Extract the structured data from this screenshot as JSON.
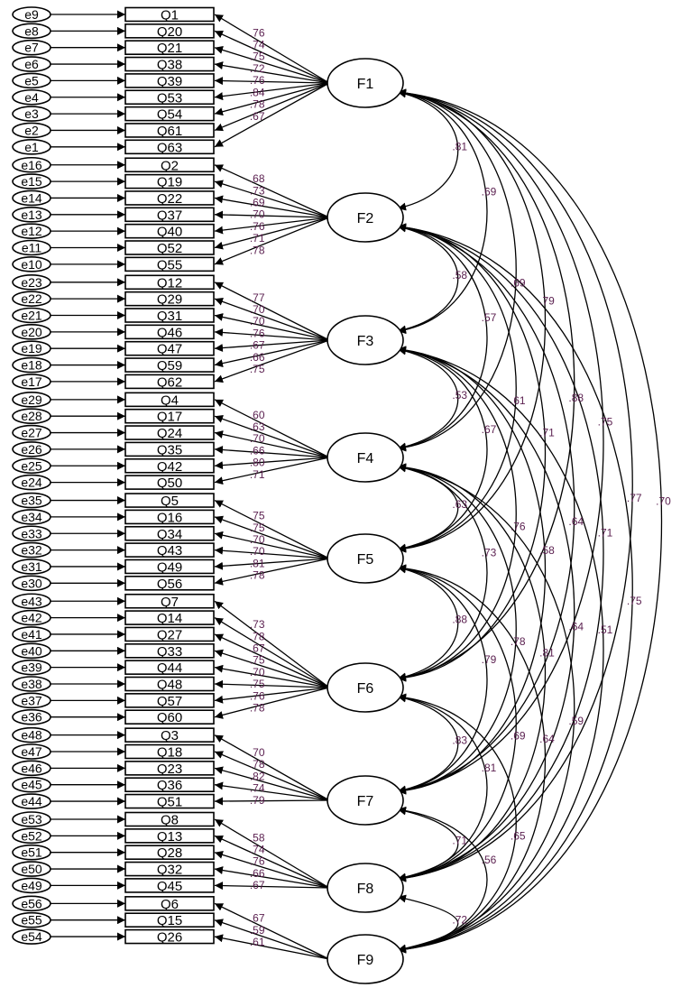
{
  "groups": [
    {
      "factor": "F1",
      "items": [
        [
          "e9",
          "Q1"
        ],
        [
          "e8",
          "Q20"
        ],
        [
          "e7",
          "Q21"
        ],
        [
          "e6",
          "Q38"
        ],
        [
          "e5",
          "Q39"
        ],
        [
          "e4",
          "Q53"
        ],
        [
          "e3",
          "Q54"
        ],
        [
          "e2",
          "Q61"
        ],
        [
          "e1",
          "Q63"
        ]
      ],
      "loadings": [
        ".76",
        ".74",
        ".75",
        ".72",
        ".76",
        ".84",
        ".78",
        ".67",
        ""
      ]
    },
    {
      "factor": "F2",
      "items": [
        [
          "e16",
          "Q2"
        ],
        [
          "e15",
          "Q19"
        ],
        [
          "e14",
          "Q22"
        ],
        [
          "e13",
          "Q37"
        ],
        [
          "e12",
          "Q40"
        ],
        [
          "e11",
          "Q52"
        ],
        [
          "e10",
          "Q55"
        ]
      ],
      "loadings": [
        ".68",
        ".73",
        ".69",
        ".70",
        ".76",
        ".71",
        ".78"
      ]
    },
    {
      "factor": "F3",
      "items": [
        [
          "e23",
          "Q12"
        ],
        [
          "e22",
          "Q29"
        ],
        [
          "e21",
          "Q31"
        ],
        [
          "e20",
          "Q46"
        ],
        [
          "e19",
          "Q47"
        ],
        [
          "e18",
          "Q59"
        ],
        [
          "e17",
          "Q62"
        ]
      ],
      "loadings": [
        ".77",
        ".70",
        ".70",
        ".76",
        ".67",
        ".66",
        ".75"
      ]
    },
    {
      "factor": "F4",
      "items": [
        [
          "e29",
          "Q4"
        ],
        [
          "e28",
          "Q17"
        ],
        [
          "e27",
          "Q24"
        ],
        [
          "e26",
          "Q35"
        ],
        [
          "e25",
          "Q42"
        ],
        [
          "e24",
          "Q50"
        ]
      ],
      "loadings": [
        ".60",
        ".63",
        ".70",
        ".66",
        ".80",
        ".71"
      ]
    },
    {
      "factor": "F5",
      "items": [
        [
          "e35",
          "Q5"
        ],
        [
          "e34",
          "Q16"
        ],
        [
          "e33",
          "Q34"
        ],
        [
          "e32",
          "Q43"
        ],
        [
          "e31",
          "Q49"
        ],
        [
          "e30",
          "Q56"
        ]
      ],
      "loadings": [
        ".75",
        ".75",
        ".70",
        ".70",
        ".81",
        ".78"
      ]
    },
    {
      "factor": "F6",
      "items": [
        [
          "e43",
          "Q7"
        ],
        [
          "e42",
          "Q14"
        ],
        [
          "e41",
          "Q27"
        ],
        [
          "e40",
          "Q33"
        ],
        [
          "e39",
          "Q44"
        ],
        [
          "e38",
          "Q48"
        ],
        [
          "e37",
          "Q57"
        ],
        [
          "e36",
          "Q60"
        ]
      ],
      "loadings": [
        ".73",
        ".78",
        ".67",
        ".75",
        ".70",
        ".75",
        ".76",
        ".78"
      ]
    },
    {
      "factor": "F7",
      "items": [
        [
          "e48",
          "Q3"
        ],
        [
          "e47",
          "Q18"
        ],
        [
          "e46",
          "Q23"
        ],
        [
          "e45",
          "Q36"
        ],
        [
          "e44",
          "Q51"
        ]
      ],
      "loadings": [
        ".70",
        ".78",
        ".82",
        ".74",
        ".79"
      ]
    },
    {
      "factor": "F8",
      "items": [
        [
          "e53",
          "Q8"
        ],
        [
          "e52",
          "Q13"
        ],
        [
          "e51",
          "Q28"
        ],
        [
          "e50",
          "Q32"
        ],
        [
          "e49",
          "Q45"
        ]
      ],
      "loadings": [
        ".58",
        ".74",
        ".76",
        ".66",
        ".67"
      ]
    },
    {
      "factor": "F9",
      "items": [
        [
          "e56",
          "Q6"
        ],
        [
          "e55",
          "Q15"
        ],
        [
          "e54",
          "Q26"
        ]
      ],
      "loadings": [
        ".67",
        ".59",
        ".61"
      ]
    }
  ],
  "correlations": [
    {
      "from": "F1",
      "to": "F2",
      "label": ".81"
    },
    {
      "from": "F1",
      "to": "F3",
      "label": ".69"
    },
    {
      "from": "F1",
      "to": "F4",
      "label": ".69"
    },
    {
      "from": "F1",
      "to": "F5",
      "label": ".79"
    },
    {
      "from": "F1",
      "to": "F6",
      "label": ".88"
    },
    {
      "from": "F1",
      "to": "F7",
      "label": ".75"
    },
    {
      "from": "F1",
      "to": "F8",
      "label": ".77"
    },
    {
      "from": "F1",
      "to": "F9",
      "label": ".70"
    },
    {
      "from": "F2",
      "to": "F3",
      "label": ".58"
    },
    {
      "from": "F2",
      "to": "F4",
      "label": ".57"
    },
    {
      "from": "F2",
      "to": "F5",
      "label": ".61"
    },
    {
      "from": "F2",
      "to": "F6",
      "label": ".71"
    },
    {
      "from": "F2",
      "to": "F7",
      "label": ".64"
    },
    {
      "from": "F2",
      "to": "F8",
      "label": ".71"
    },
    {
      "from": "F2",
      "to": "F9",
      "label": ".75"
    },
    {
      "from": "F3",
      "to": "F4",
      "label": ".53"
    },
    {
      "from": "F3",
      "to": "F5",
      "label": ".67"
    },
    {
      "from": "F3",
      "to": "F6",
      "label": ".76"
    },
    {
      "from": "F3",
      "to": "F7",
      "label": ".58"
    },
    {
      "from": "F3",
      "to": "F8",
      "label": ".64"
    },
    {
      "from": "F3",
      "to": "F9",
      "label": ".51"
    },
    {
      "from": "F4",
      "to": "F5",
      "label": ".63"
    },
    {
      "from": "F4",
      "to": "F6",
      "label": ".73"
    },
    {
      "from": "F4",
      "to": "F7",
      "label": ".78"
    },
    {
      "from": "F4",
      "to": "F8",
      "label": ".81"
    },
    {
      "from": "F4",
      "to": "F9",
      "label": ".59"
    },
    {
      "from": "F5",
      "to": "F6",
      "label": ".88"
    },
    {
      "from": "F5",
      "to": "F7",
      "label": ".79"
    },
    {
      "from": "F5",
      "to": "F8",
      "label": ".69"
    },
    {
      "from": "F5",
      "to": "F9",
      "label": ".64"
    },
    {
      "from": "F6",
      "to": "F7",
      "label": ".83"
    },
    {
      "from": "F6",
      "to": "F8",
      "label": ".81"
    },
    {
      "from": "F6",
      "to": "F9",
      "label": ".65"
    },
    {
      "from": "F7",
      "to": "F8",
      "label": ".71"
    },
    {
      "from": "F7",
      "to": "F9",
      "label": ".56"
    },
    {
      "from": "F8",
      "to": "F9",
      "label": ".72"
    }
  ]
}
